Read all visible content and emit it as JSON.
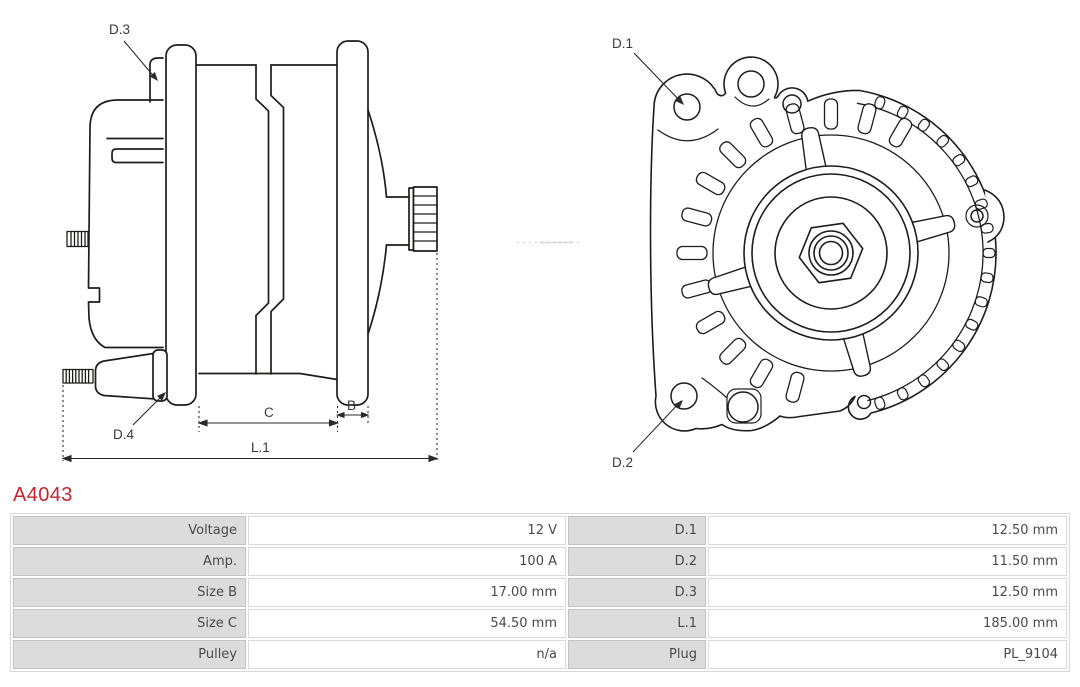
{
  "product": {
    "code": "A4043"
  },
  "diagram": {
    "side_view_labels": {
      "d3": "D.3",
      "d4": "D.4",
      "c": "C",
      "b": "B",
      "l1": "L.1"
    },
    "front_view_labels": {
      "d1": "D.1",
      "d2": "D.2"
    }
  },
  "colors": {
    "accent_red": "#c3262e",
    "line_color": "#1d1d1b",
    "table_label_bg": "#dcdcdc",
    "table_border": "#c3c3c3",
    "table_text": "#4a4a4a"
  },
  "table": {
    "rows": [
      {
        "label1": "Voltage",
        "value1": "12 V",
        "label2": "D.1",
        "value2": "12.50 mm"
      },
      {
        "label1": "Amp.",
        "value1": "100 A",
        "label2": "D.2",
        "value2": "11.50 mm"
      },
      {
        "label1": "Size B",
        "value1": "17.00 mm",
        "label2": "D.3",
        "value2": "12.50 mm"
      },
      {
        "label1": "Size C",
        "value1": "54.50 mm",
        "label2": "L.1",
        "value2": "185.00 mm"
      },
      {
        "label1": "Pulley",
        "value1": "n/a",
        "label2": "Plug",
        "value2": "PL_9104"
      }
    ]
  }
}
